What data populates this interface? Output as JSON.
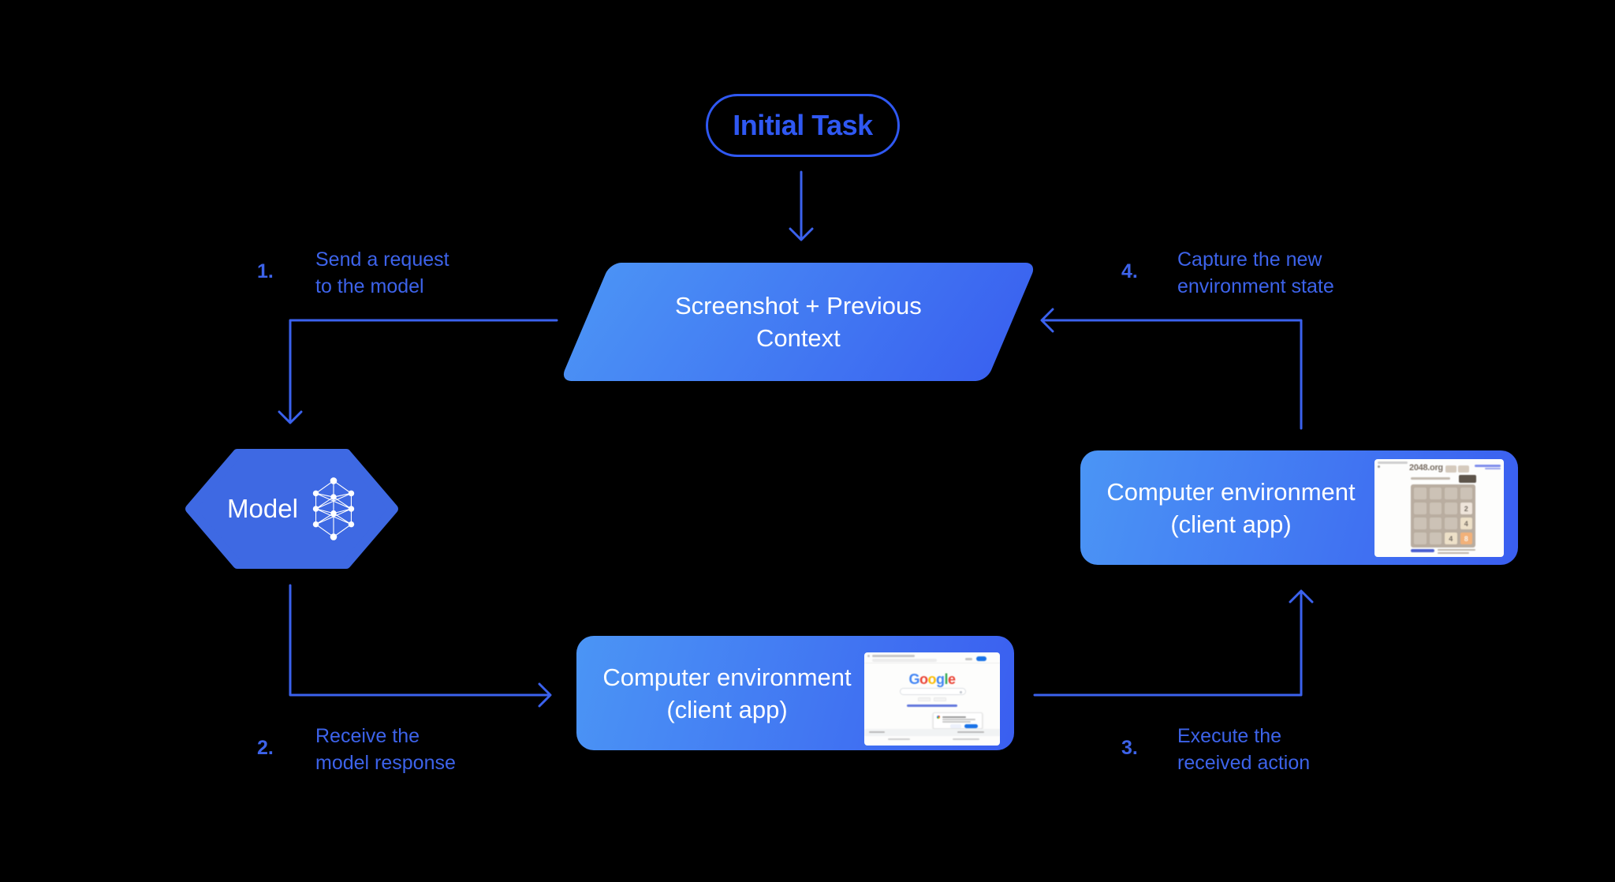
{
  "diagram": {
    "background": "#000000",
    "accent_line_color": "#3B62EE",
    "label_color": "#3D63EA",
    "pill_color": "#2F58F2",
    "node_gradient_start": "#4B92F5",
    "node_gradient_end": "#3A62F0"
  },
  "nodes": {
    "initial_task": {
      "label": "Initial Task"
    },
    "screenshot_context": {
      "line1": "Screenshot + Previous",
      "line2": "Context"
    },
    "model": {
      "label": "Model"
    },
    "computer_env_bottom": {
      "line1": "Computer environment",
      "line2": "(client app)"
    },
    "computer_env_right": {
      "line1": "Computer environment",
      "line2": "(client app)"
    }
  },
  "steps": [
    {
      "number": "1.",
      "line1": "Send a request",
      "line2": "to the model"
    },
    {
      "number": "2.",
      "line1": "Receive the",
      "line2": "model response"
    },
    {
      "number": "3.",
      "line1": "Execute the",
      "line2": "received action"
    },
    {
      "number": "4.",
      "line1": "Capture the new",
      "line2": "environment state"
    }
  ],
  "minis": {
    "game2048": {
      "site_title": "2048.org",
      "grid_rows": 4,
      "grid_cols": 4,
      "tiles": [
        {
          "row": 2,
          "col": 4,
          "value": "2",
          "bg": "#EEE4DA",
          "fg": "#776E65"
        },
        {
          "row": 3,
          "col": 4,
          "value": "4",
          "bg": "#EDE0C8",
          "fg": "#776E65"
        },
        {
          "row": 4,
          "col": 3,
          "value": "4",
          "bg": "#EDE0C8",
          "fg": "#776E65"
        },
        {
          "row": 4,
          "col": 4,
          "value": "8",
          "bg": "#F2B179",
          "fg": "#F9F6F2"
        }
      ]
    },
    "google_search": {
      "logo_letters": [
        {
          "ch": "G",
          "color": "#4285F4"
        },
        {
          "ch": "o",
          "color": "#EA4335"
        },
        {
          "ch": "o",
          "color": "#FBBC05"
        },
        {
          "ch": "g",
          "color": "#4285F4"
        },
        {
          "ch": "l",
          "color": "#34A853"
        },
        {
          "ch": "e",
          "color": "#EA4335"
        }
      ],
      "signin_button_color": "#1A73E8"
    }
  }
}
